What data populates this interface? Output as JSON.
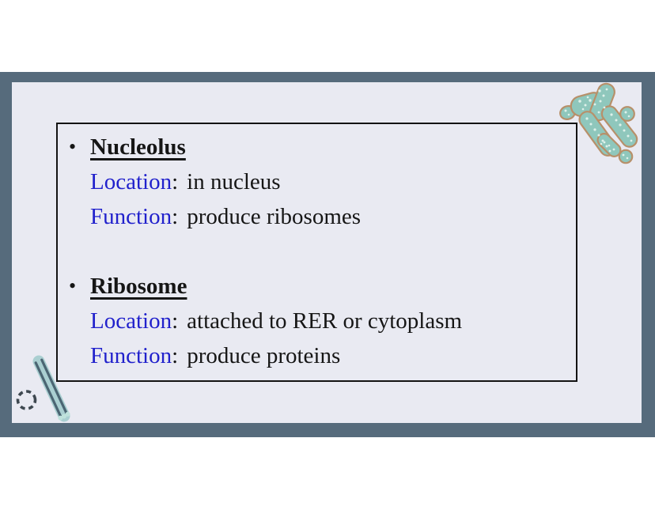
{
  "slide": {
    "bullet_char": "•",
    "colon": ":",
    "sections": [
      {
        "title": "Nucleolus",
        "rows": [
          {
            "label": "Location",
            "value": "in nucleus"
          },
          {
            "label": "Function",
            "value": "produce ribosomes"
          }
        ]
      },
      {
        "title": "Ribosome",
        "rows": [
          {
            "label": "Location",
            "value": "attached to RER or cytoplasm"
          },
          {
            "label": "Function",
            "value": "produce proteins"
          }
        ]
      }
    ]
  },
  "colors": {
    "page_background": "#ffffff",
    "frame_slate": "#566b7c",
    "slide_background": "#e9eaf2",
    "box_border": "#131313",
    "body_text": "#161616",
    "label_blue": "#2121cc",
    "organelle_fill": "#8fc7bc",
    "organelle_outline": "#b7906a",
    "organelle_speckle": "#e4f4ed",
    "rod_teal": "#aacfd1",
    "rod_dark_stripe": "#4b6573",
    "rod_tip_mint": "#bfe2dc",
    "dashed_ring": "#3e4850"
  },
  "decorations": {
    "top_right": "organelle-cluster-illustration",
    "bottom_left_rods": "centriole-rods-illustration",
    "bottom_left_ring": "dashed-circle-icon"
  }
}
